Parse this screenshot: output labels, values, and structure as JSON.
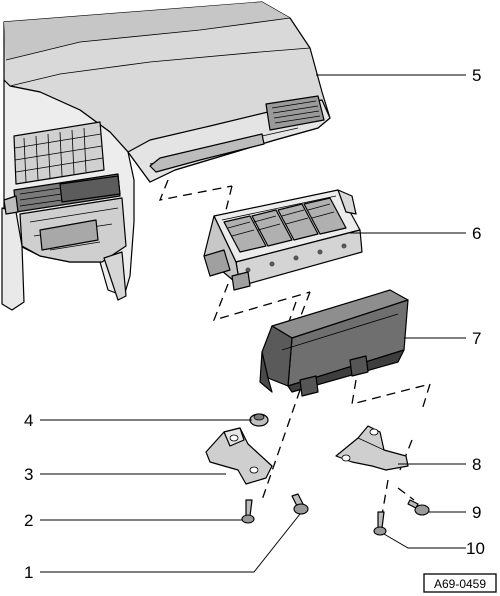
{
  "figure": {
    "reference_code": "A69-0459"
  },
  "callouts": [
    {
      "id": "1",
      "label": "1"
    },
    {
      "id": "2",
      "label": "2"
    },
    {
      "id": "3",
      "label": "3"
    },
    {
      "id": "4",
      "label": "4"
    },
    {
      "id": "5",
      "label": "5"
    },
    {
      "id": "6",
      "label": "6"
    },
    {
      "id": "7",
      "label": "7"
    },
    {
      "id": "8",
      "label": "8"
    },
    {
      "id": "9",
      "label": "9"
    },
    {
      "id": "10",
      "label": "10"
    }
  ]
}
